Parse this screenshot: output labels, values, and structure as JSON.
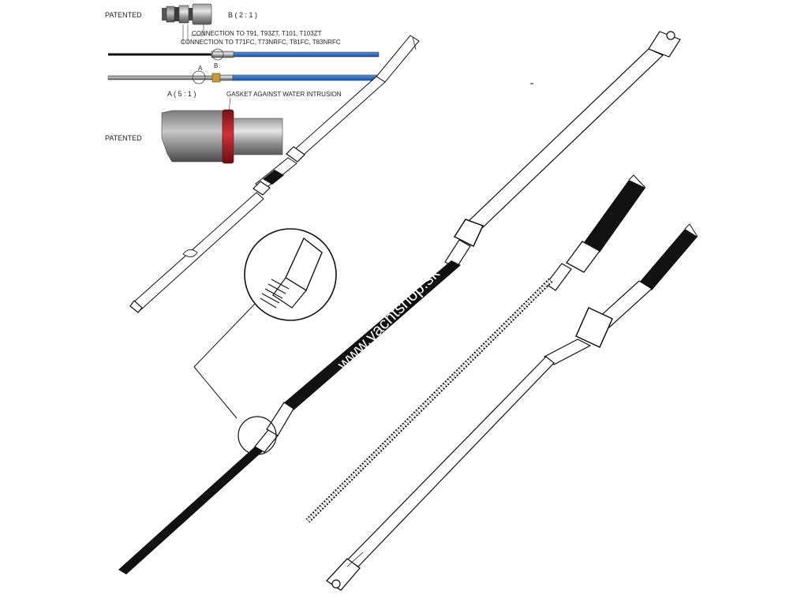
{
  "labels": {
    "patented_top": "PATENTED",
    "detail_b": "B ( 2 : 1 )",
    "connection_1": "CONNECTION TO T91, T93ZT, T101, T103ZT",
    "connection_2": "CONNECTION TO T71FC, T73NRFC, T81FC, T83NRFC",
    "marker_a": "A",
    "marker_b": "B",
    "detail_a": "A ( 5 : 1 )",
    "gasket": "GASKET AGAINST WATER INTRUSION",
    "patented_bottom": "PATENTED"
  },
  "watermark": "www.yachtshop.sk",
  "colors": {
    "cable_blue": "#2f66b6",
    "gasket_red": "#a31a22",
    "brass": "#c89a3a",
    "ink": "#111111"
  }
}
